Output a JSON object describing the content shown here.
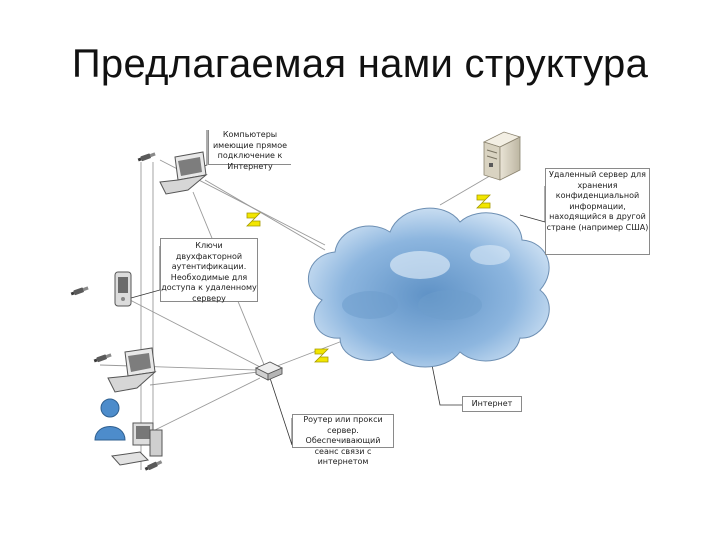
{
  "title": "Предлагаемая нами структура",
  "callouts": {
    "laptop_direct": "Компьютеры имеющие прямое подключение к Интернету",
    "twofactor_keys": "Ключи двухфакторной аутентификации. Необходимые для доступа к удаленному серверу",
    "remote_server": "Удаленный сервер для хранения конфиденциальной информации, находящийся в другой стране (например США)",
    "internet": "Интернет",
    "router": "Роутер или прокси сервер. Обеспечивающий сеанс связи с интернетом"
  },
  "icons": {
    "server": "server-icon",
    "cloud": "internet-cloud-icon",
    "laptop": "laptop-icon",
    "pda": "pda-icon",
    "router": "router-icon",
    "user": "user-icon",
    "workstation": "workstation-icon",
    "key": "usb-key-icon",
    "link": "lightning-link-icon"
  },
  "colors": {
    "cloud_fill": "#9ec3e6",
    "cloud_shade": "#5b8fc2",
    "link_yellow": "#f2e600",
    "user_blue": "#4d8ccb",
    "line": "#9a9a9a"
  }
}
